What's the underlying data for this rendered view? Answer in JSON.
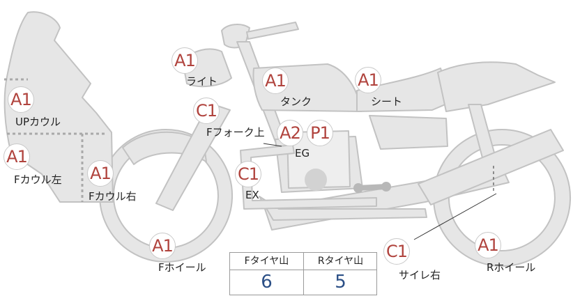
{
  "parts": {
    "fcowl_l": {
      "label": "Fカウル左",
      "grade": "A1"
    },
    "upcowl": {
      "label": "UPカウル",
      "grade": "A1"
    },
    "fcowl_r": {
      "label": "Fカウル右",
      "grade": "A1"
    },
    "light": {
      "label": "ライト",
      "grade": "A1"
    },
    "ffork": {
      "label": "Fフォーク上",
      "grade": "C1"
    },
    "tank": {
      "label": "タンク",
      "grade": "A1"
    },
    "eg": {
      "label": "EG",
      "grade_a": "A2",
      "grade_p": "P1"
    },
    "ex": {
      "label": "EX",
      "grade": "C1"
    },
    "seat": {
      "label": "シート",
      "grade": "A1"
    },
    "fwheel": {
      "label": "Fホイール",
      "grade": "A1"
    },
    "rwheel": {
      "label": "Rホイール",
      "grade": "A1"
    },
    "silencer_r": {
      "label": "サイレ右",
      "grade": "C1"
    }
  },
  "tread": {
    "front_header": "Fタイヤ山",
    "rear_header": "Rタイヤ山",
    "front_value": "6",
    "rear_value": "5"
  },
  "colors": {
    "body_fill": "#e6e6e6",
    "outline": "#c2c2c2",
    "grade_text": "#b0433d",
    "value_text": "#2b4f86"
  }
}
